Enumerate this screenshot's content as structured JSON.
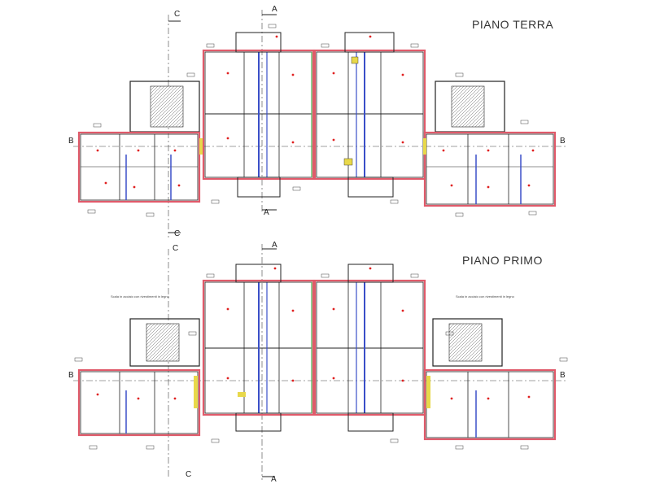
{
  "plans": [
    {
      "title": "PIANO TERRA",
      "sections": {
        "top_c": "C",
        "top_a": "A",
        "bottom_c": "C",
        "bottom_a": "A",
        "left_b": "B",
        "right_b": "B"
      },
      "notes": []
    },
    {
      "title": "PIANO PRIMO",
      "sections": {
        "top_c": "C",
        "top_a": "A",
        "bottom_c": "C",
        "bottom_a": "A",
        "left_b": "B",
        "right_b": "B"
      },
      "notes": [
        "Scala in acciaio con rivestimenti in legno",
        "Scala in acciaio con rivestimenti in legno"
      ]
    }
  ],
  "colors": {
    "wall": "#222222",
    "exterior_wall": "#e05a6a",
    "shaft": "#3a4fc8",
    "partition": "#4caf50",
    "accent": "#e8d84a",
    "marker": "#e02020",
    "dim": "#444444"
  }
}
